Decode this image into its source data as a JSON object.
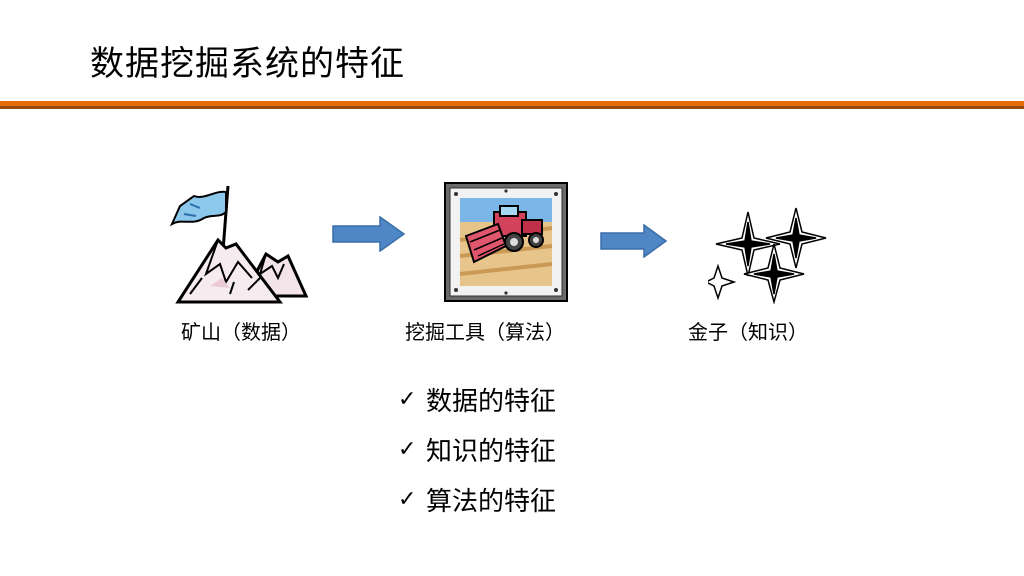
{
  "slide": {
    "title": "数据挖掘系统的特征"
  },
  "flow": {
    "mine_caption": "矿山（数据）",
    "tool_caption": "挖掘工具（算法）",
    "gold_caption": "金子（知识）",
    "icons": {
      "mine": "mountain-flag-icon",
      "tool": "harvester-icon",
      "gold": "sparkle-stars-icon",
      "arrow": "right-arrow-icon"
    },
    "arrow_color": "#4f87c6"
  },
  "checklist": {
    "mark": "✓",
    "items": [
      "数据的特征",
      "知识的特征",
      "算法的特征"
    ]
  },
  "colors": {
    "rule_orange": "#e46c0a",
    "rule_brown": "#984807"
  }
}
